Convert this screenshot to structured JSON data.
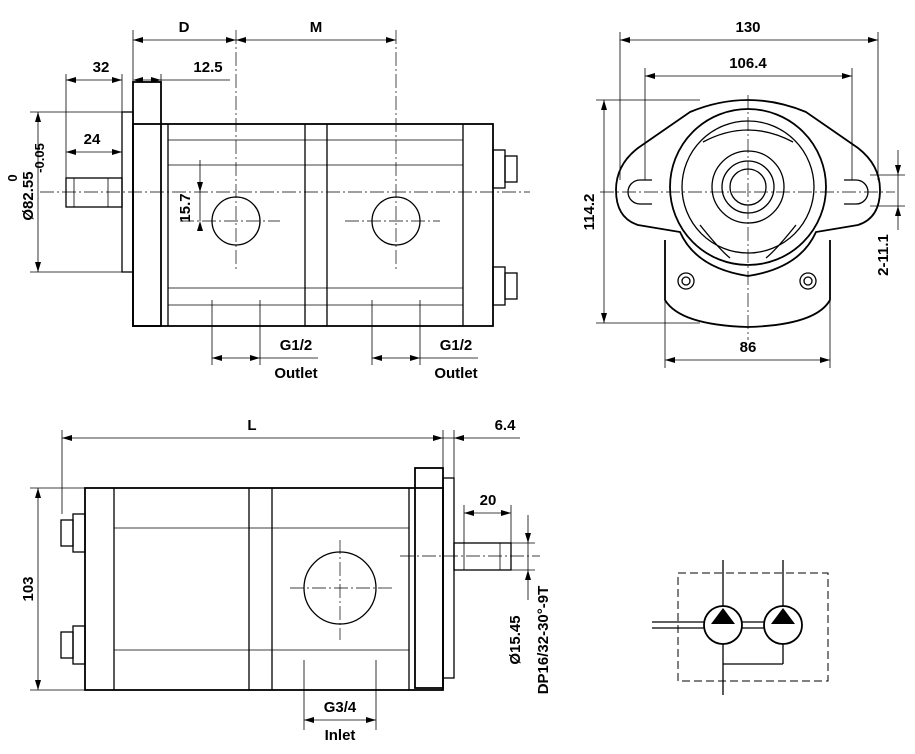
{
  "front_view": {
    "dim_D": "D",
    "dim_M": "M",
    "dim_32": "32",
    "dim_12_5": "12.5",
    "dim_24": "24",
    "dim_15_7": "15.7",
    "dim_dia_main": "Ø82.55",
    "dim_dia_tol_upper": "0",
    "dim_dia_tol_lower": "-0.05",
    "port1_thread": "G1/2",
    "port1_label": "Outlet",
    "port2_thread": "G1/2",
    "port2_label": "Outlet"
  },
  "end_view": {
    "dim_130": "130",
    "dim_106_4": "106.4",
    "dim_114_2": "114.2",
    "dim_2_11_1": "2-11.1",
    "dim_86": "86"
  },
  "bottom_view": {
    "dim_L": "L",
    "dim_6_4": "6.4",
    "dim_20": "20",
    "dim_103": "103",
    "dim_shaft_dia": "Ø15.45",
    "dim_spline": "DP16/32-30°-9T",
    "inlet_thread": "G3/4",
    "inlet_label": "Inlet"
  },
  "symbol": {
    "type": "tandem-pump-hydraulic-symbol"
  }
}
